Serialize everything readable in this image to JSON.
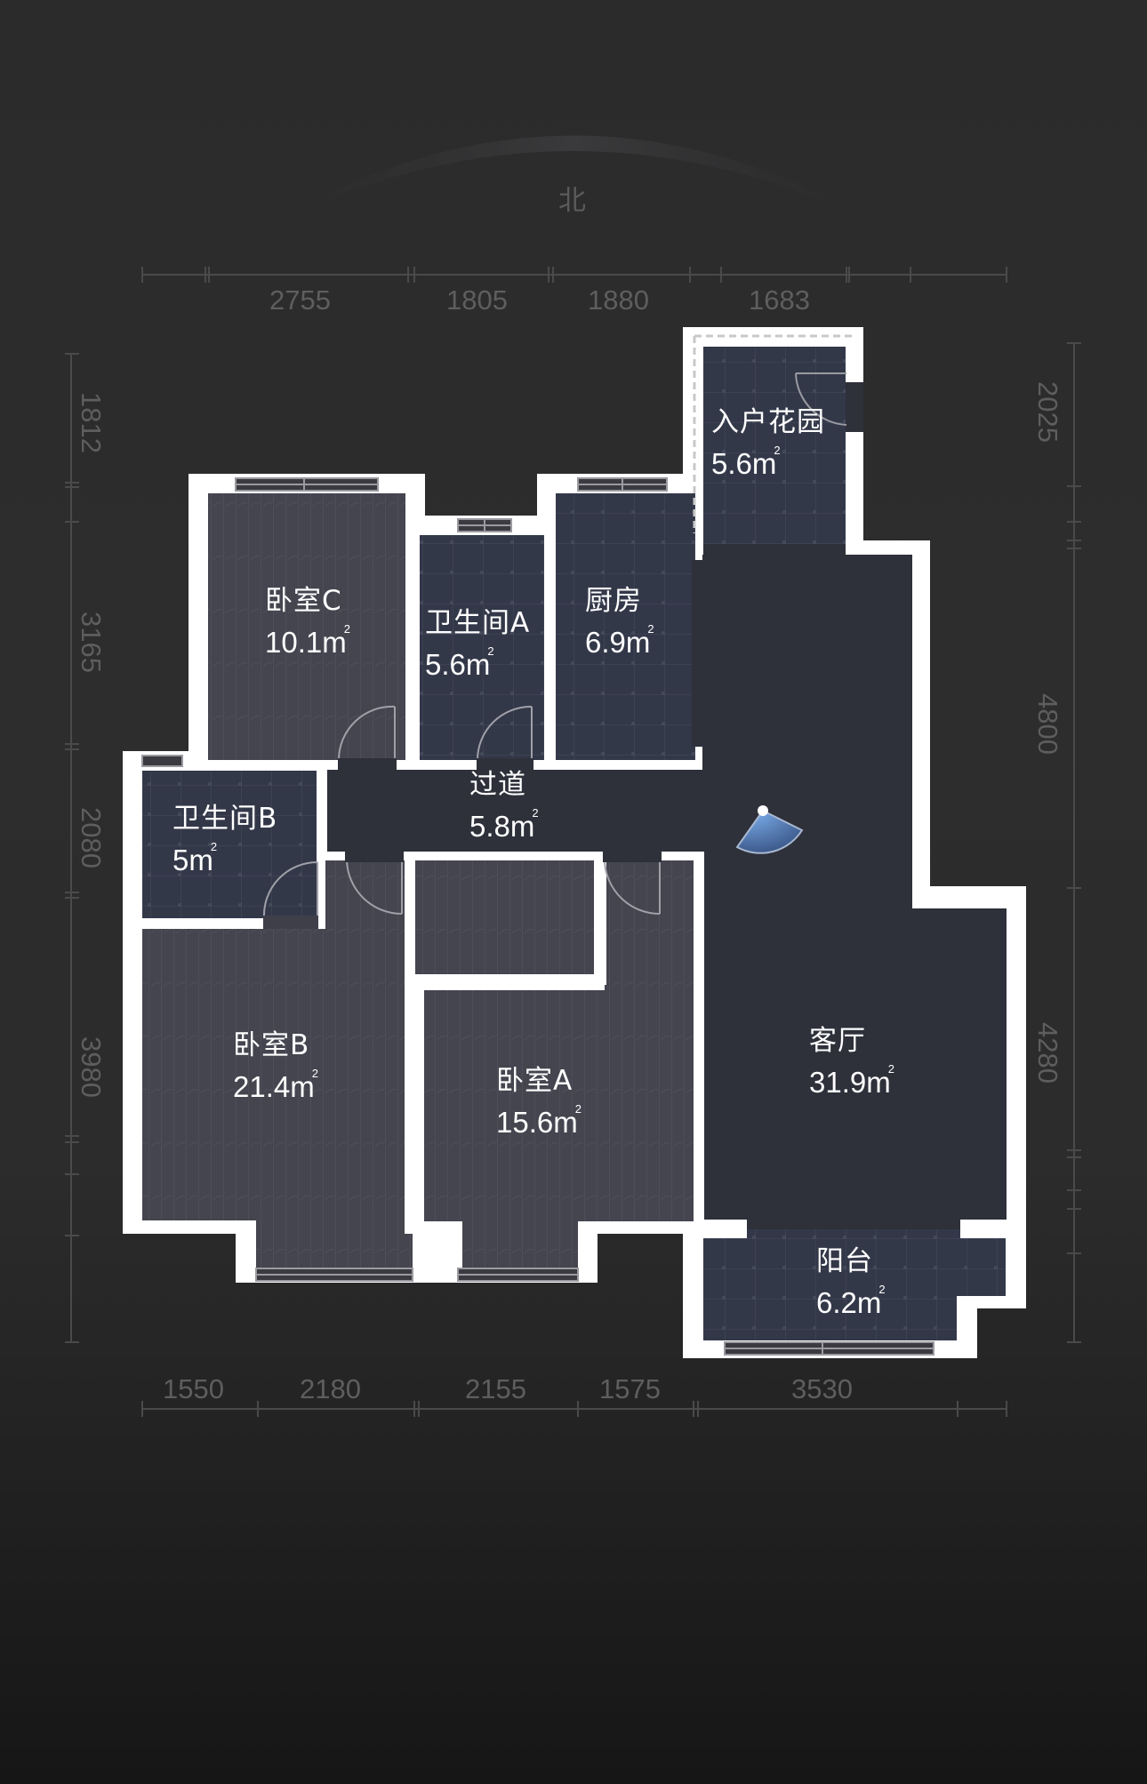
{
  "compass": {
    "label": "北",
    "icon": "compass-arc"
  },
  "dimensions": {
    "top": [
      "2755",
      "1805",
      "1880",
      "1683"
    ],
    "bottom": [
      "1550",
      "2180",
      "2155",
      "1575",
      "3530"
    ],
    "left": [
      "1812",
      "3165",
      "2080",
      "3980"
    ],
    "right": [
      "2025",
      "4800",
      "4280"
    ]
  },
  "rooms": [
    {
      "id": "entry-garden",
      "name": "入户花园",
      "area": "5.6m",
      "unit_sup": "2",
      "floor": "tile"
    },
    {
      "id": "bedroom-c",
      "name": "卧室C",
      "area": "10.1m",
      "unit_sup": "2",
      "floor": "wood"
    },
    {
      "id": "bathroom-a",
      "name": "卫生间A",
      "area": "5.6m",
      "unit_sup": "2",
      "floor": "tile"
    },
    {
      "id": "kitchen",
      "name": "厨房",
      "area": "6.9m",
      "unit_sup": "2",
      "floor": "tile"
    },
    {
      "id": "bathroom-b",
      "name": "卫生间B",
      "area": "5m",
      "unit_sup": "2",
      "floor": "tile"
    },
    {
      "id": "hallway",
      "name": "过道",
      "area": "5.8m",
      "unit_sup": "2",
      "floor": "plain"
    },
    {
      "id": "bedroom-b",
      "name": "卧室B",
      "area": "21.4m",
      "unit_sup": "2",
      "floor": "wood"
    },
    {
      "id": "bedroom-a",
      "name": "卧室A",
      "area": "15.6m",
      "unit_sup": "2",
      "floor": "wood"
    },
    {
      "id": "living-room",
      "name": "客厅",
      "area": "31.9m",
      "unit_sup": "2",
      "floor": "plain"
    },
    {
      "id": "balcony",
      "name": "阳台",
      "area": "6.2m",
      "unit_sup": "2",
      "floor": "tile"
    }
  ],
  "viewpoint": {
    "icon": "camera-view-cone",
    "color": "#5b8fd6"
  },
  "colors": {
    "background": "#2d2d2d",
    "wall": "#ffffff",
    "tile_floor": "#333849",
    "wood_floor": "#464650",
    "plain_floor": "#2e303a",
    "dimension_text": "#5f5f5f"
  }
}
